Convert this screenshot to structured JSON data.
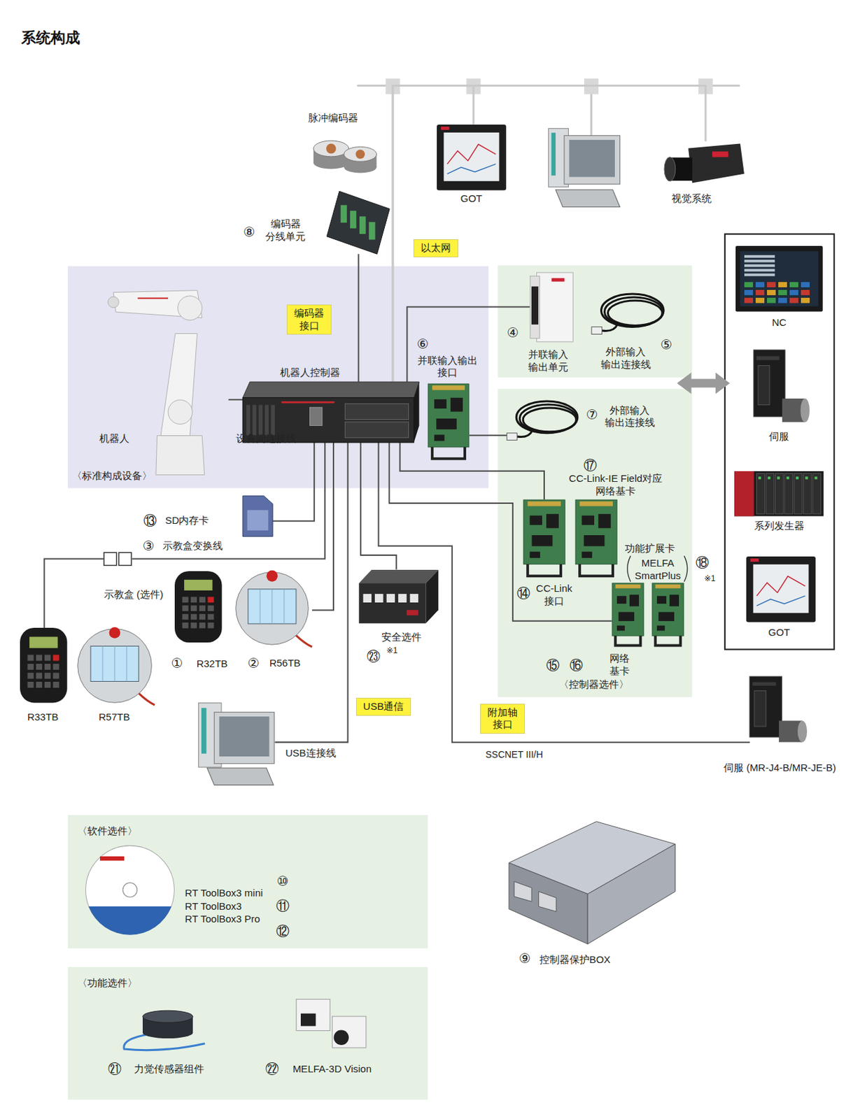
{
  "diagram": {
    "title": "系统构成",
    "nodes": [
      {
        "text": [
          "脉冲编码器"
        ]
      },
      {
        "text": [
          "编码器 分线单元"
        ]
      },
      {
        "text": [
          "GOT"
        ]
      },
      {
        "text": [
          "视觉系统"
        ]
      },
      {
        "text": [
          "以太网"
        ]
      },
      {
        "text": [
          "〈标准构成设备〉"
        ]
      },
      {
        "text": [
          "机器人"
        ],
        "in": 5
      },
      {
        "text": [
          "机器人控制器"
        ],
        "in": 5
      },
      {
        "text": [
          "编码器 接口"
        ],
        "in": 5
      },
      {
        "text": [
          "并联输入输出 接口"
        ],
        "in": 5
      },
      {
        "text": [
          "并联输入 输出单元"
        ]
      },
      {
        "text": [
          "外部输入 输出连接线"
        ]
      },
      {
        "text": [
          "〈控制器选件〉"
        ]
      },
      {
        "text": [
          "外部输入 输出连接线"
        ],
        "in": 12
      },
      {
        "text": [
          "CC-Link-IE Field对应 网络基卡"
        ],
        "in": 12
      },
      {
        "text": [
          "CC-Link 接口"
        ],
        "in": 12
      },
      {
        "text": [
          "网络 基卡"
        ],
        "in": 12
      },
      {
        "text": [
          "NC"
        ]
      },
      {
        "text": [
          "伺服"
        ]
      },
      {
        "text": [
          "系列发生器"
        ]
      },
      {
        "text": [
          "GOT"
        ]
      },
      {
        "text": [
          "SD内存卡"
        ]
      },
      {
        "text": [
          "示教盒变换线"
        ]
      },
      {
        "text": [
          "R32TB"
        ]
      },
      {
        "text": [
          "R56TB"
        ]
      },
      {
        "text": [
          "R33TB"
        ]
      },
      {
        "text": [
          "R57TB"
        ]
      },
      {
        "text": [
          "安全选件"
        ]
      },
      {
        "text": [
          "USB通信"
        ]
      },
      {
        "text": [
          "附加轴 接口"
        ]
      },
      {
        "text": [
          "伺服 (MR-J4-B/MR-JE-B)"
        ]
      },
      {
        "text": [
          "〈软件选件〉"
        ]
      },
      {
        "text": [
          "控制器保护BOX"
        ]
      },
      {
        "text": [
          "〈功能选件〉"
        ]
      },
      {
        "text": [
          "力觉传感器组件"
        ],
        "in": 33
      },
      {
        "text": [
          "MELFA-3D Vision"
        ],
        "in": 33
      }
    ],
    "edges": [
      {
        "from": 6,
        "to": 7,
        "arrow": "none"
      },
      {
        "from": 1,
        "to": 7,
        "arrow": "none"
      },
      {
        "from": 7,
        "to": 2,
        "arrow": "none"
      },
      {
        "from": 7,
        "to": 3,
        "arrow": "none"
      },
      {
        "from": 7,
        "to": 10,
        "arrow": "none"
      },
      {
        "from": 9,
        "to": 13,
        "arrow": "none"
      },
      {
        "from": 7,
        "to": 15,
        "arrow": "none"
      },
      {
        "from": 7,
        "to": 16,
        "arrow": "none"
      },
      {
        "from": 7,
        "to": 30,
        "arrow": "none",
        "label": "SSCNET III/H"
      },
      {
        "from": 7,
        "to": 27,
        "arrow": "none"
      },
      {
        "from": 7,
        "to": 21,
        "arrow": "none"
      },
      {
        "from": 7,
        "to": 22,
        "arrow": "none"
      },
      {
        "from": 22,
        "to": 25,
        "arrow": "none"
      },
      {
        "from": 7,
        "to": 24,
        "arrow": "none"
      }
    ],
    "labels": [
      "⑧",
      "⑥",
      "④",
      "⑤",
      "设备间连接线",
      "⑦",
      "⑰",
      "功能扩展卡",
      "MELFA SmartPlus",
      "⑱",
      "※1",
      "⑭",
      "⑮",
      "⑯",
      "⑬",
      "③",
      "示教盒 (选件)",
      "①",
      "②",
      "㉓",
      "※1",
      "USB连接线",
      "RT ToolBox3 mini",
      "RT ToolBox3",
      "RT ToolBox3 Pro",
      "⑩",
      "⑪",
      "⑫",
      "⑨",
      "㉑",
      "㉒"
    ]
  }
}
